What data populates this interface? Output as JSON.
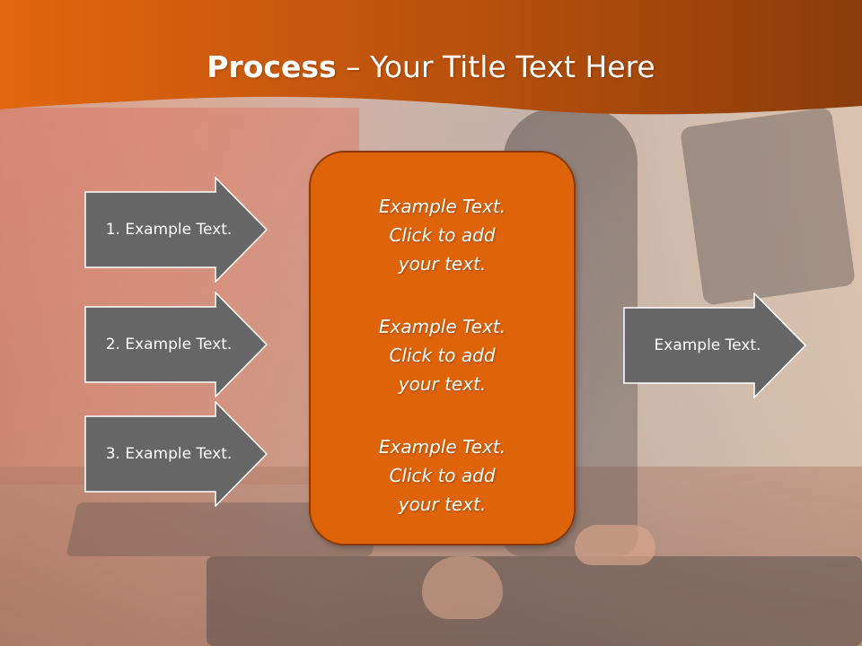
{
  "title": {
    "bold": "Process",
    "rest": " – Your Title Text Here"
  },
  "left_arrows": [
    {
      "label": "1. Example Text."
    },
    {
      "label": "2. Example Text."
    },
    {
      "label": "3. Example Text."
    }
  ],
  "center_box": {
    "paragraphs": [
      "Example Text.\nClick  to add\nyour text.",
      "Example Text.\nClick  to add\nyour text.",
      "Example Text.\nClick  to add\nyour text."
    ]
  },
  "right_arrow": {
    "label": "Example Text."
  },
  "colors": {
    "header_dark": "#8a3c0a",
    "header_light": "#e0650e",
    "arrow_fill": "#666666",
    "arrow_stroke": "#ffffff",
    "center_fill": "#df6309"
  }
}
